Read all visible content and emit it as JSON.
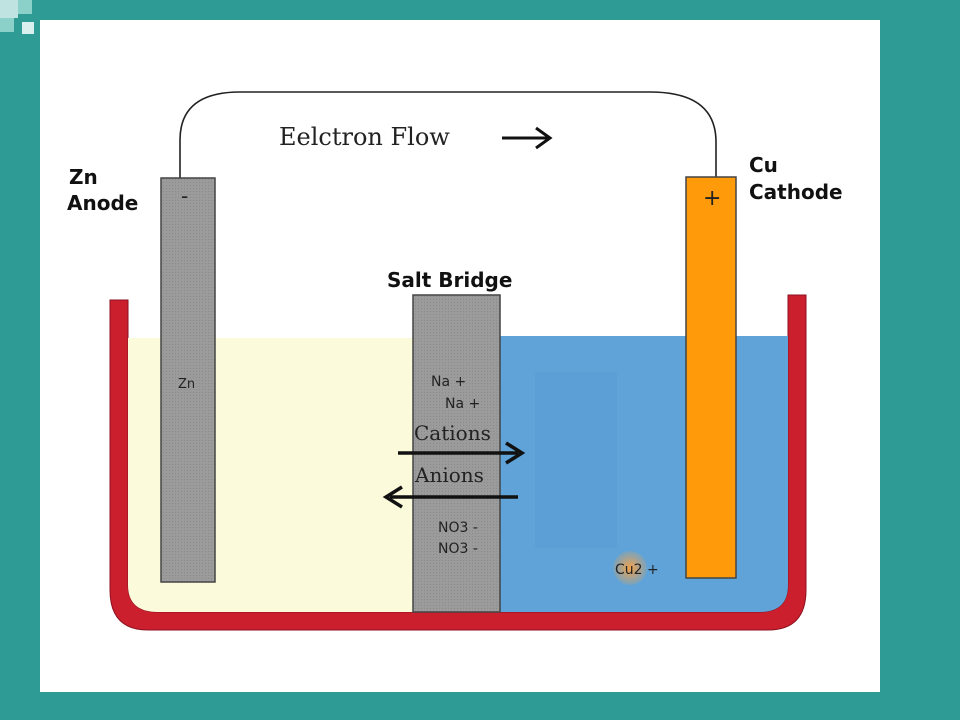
{
  "diagram": {
    "electron_flow_label": "Eelctron Flow",
    "anode": {
      "line1": "Zn",
      "line2": "Anode",
      "sign": "-",
      "metal_label": "Zn"
    },
    "cathode": {
      "line1": "Cu",
      "line2": "Cathode",
      "sign": "+"
    },
    "salt_bridge": {
      "title": "Salt Bridge",
      "cation_1": "Na +",
      "cation_2": "Na +",
      "cations_label": "Cations",
      "anions_label": "Anions",
      "anion_1": "NO3 -",
      "anion_2": "NO3 -"
    },
    "copper_ion_label": "Cu2 +"
  },
  "colors": {
    "background": "#2e9b94",
    "slide": "#ffffff",
    "container": "#cc1f2d",
    "left_solution": "#fbfbdc",
    "right_solution": "#5fa3d8",
    "electrode_gray": "#9b9b9b",
    "copper_electrode": "#ff9a0a"
  }
}
